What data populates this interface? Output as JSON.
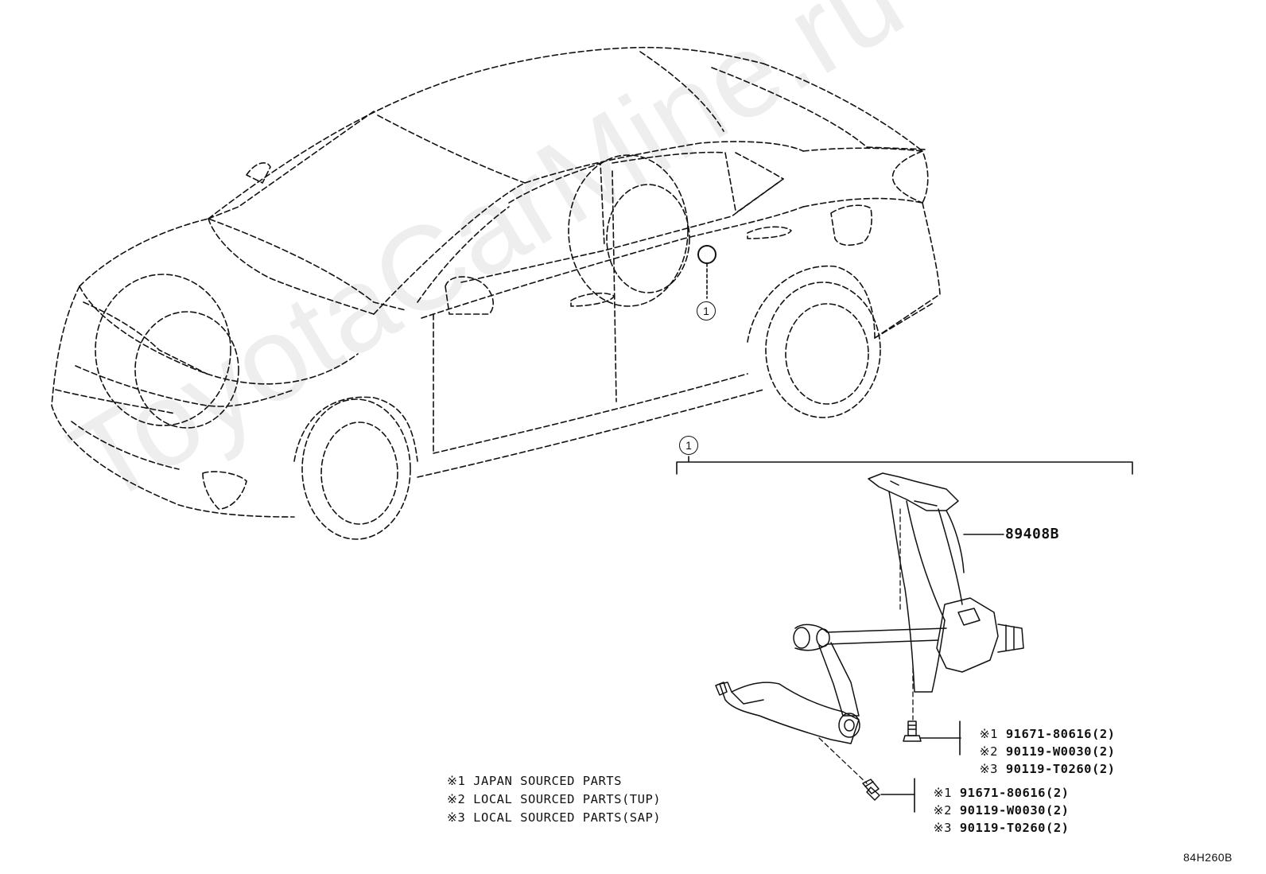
{
  "diagram": {
    "callout": "1",
    "main_part": "89408B",
    "bolt_upper": {
      "lines": [
        {
          "mark": "※1",
          "part": "91671-80616(2)"
        },
        {
          "mark": "※2",
          "part": "90119-W0030(2)"
        },
        {
          "mark": "※3",
          "part": "90119-T0260(2)"
        }
      ]
    },
    "bolt_lower": {
      "lines": [
        {
          "mark": "※1",
          "part": "91671-80616(2)"
        },
        {
          "mark": "※2",
          "part": "90119-W0030(2)"
        },
        {
          "mark": "※3",
          "part": "90119-T0260(2)"
        }
      ]
    },
    "legend": [
      "※1 JAPAN SOURCED PARTS",
      "※2 LOCAL SOURCED PARTS(TUP)",
      "※3 LOCAL SOURCED PARTS(SAP)"
    ],
    "figure_code": "84H260B",
    "watermark": "ToyotaCarMine.ru"
  },
  "colors": {
    "line": "#111111",
    "watermark": "#eeeeee"
  }
}
